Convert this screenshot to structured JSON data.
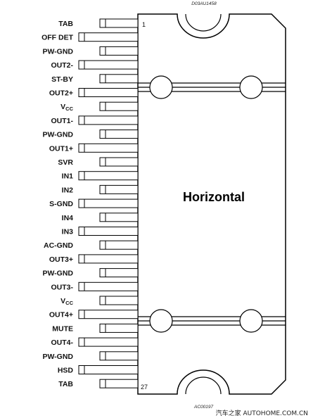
{
  "drawing_code_top": "D03AU1458",
  "drawing_code_bottom": "AC00197",
  "orientation_label": "Horizontal",
  "first_pin_number": "1",
  "last_pin_number": "27",
  "watermark": "汽车之家 AUTOHOME.COM.CN",
  "pins": [
    {
      "label": "TAB",
      "long": false
    },
    {
      "label": "OFF DET",
      "long": true
    },
    {
      "label": "PW-GND",
      "long": false
    },
    {
      "label": "OUT2-",
      "long": true
    },
    {
      "label": "ST-BY",
      "long": false
    },
    {
      "label": "OUT2+",
      "long": true
    },
    {
      "label": "VCC",
      "long": false
    },
    {
      "label": "OUT1-",
      "long": true
    },
    {
      "label": "PW-GND",
      "long": false
    },
    {
      "label": "OUT1+",
      "long": true
    },
    {
      "label": "SVR",
      "long": false
    },
    {
      "label": "IN1",
      "long": true
    },
    {
      "label": "IN2",
      "long": false
    },
    {
      "label": "S-GND",
      "long": true
    },
    {
      "label": "IN4",
      "long": false
    },
    {
      "label": "IN3",
      "long": true
    },
    {
      "label": "AC-GND",
      "long": false
    },
    {
      "label": "OUT3+",
      "long": true
    },
    {
      "label": "PW-GND",
      "long": false
    },
    {
      "label": "OUT3-",
      "long": true
    },
    {
      "label": "VCC",
      "long": false
    },
    {
      "label": "OUT4+",
      "long": true
    },
    {
      "label": "MUTE",
      "long": false
    },
    {
      "label": "OUT4-",
      "long": true
    },
    {
      "label": "PW-GND",
      "long": false
    },
    {
      "label": "HSD",
      "long": true
    },
    {
      "label": "TAB",
      "long": false
    }
  ]
}
